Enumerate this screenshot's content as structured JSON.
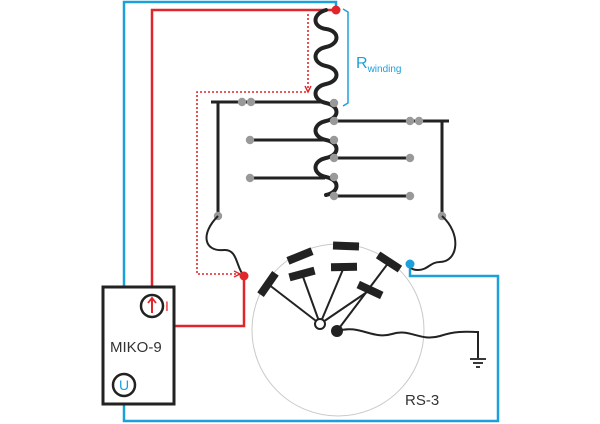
{
  "labels": {
    "r_winding_main": "R",
    "r_winding_sub": "winding",
    "miko": "MIKO-9",
    "current_symbol": "I",
    "voltage_symbol": "U",
    "rs3": "RS-3"
  },
  "colors": {
    "wire": "#222222",
    "current_path": "#e0262b",
    "voltage_path": "#1ba0dc",
    "tap": "#999999",
    "selector_circle": "#c9c9c9"
  },
  "icons": {
    "ammeter": "ammeter-icon",
    "voltmeter": "voltmeter-icon",
    "ground": "ground-icon"
  }
}
